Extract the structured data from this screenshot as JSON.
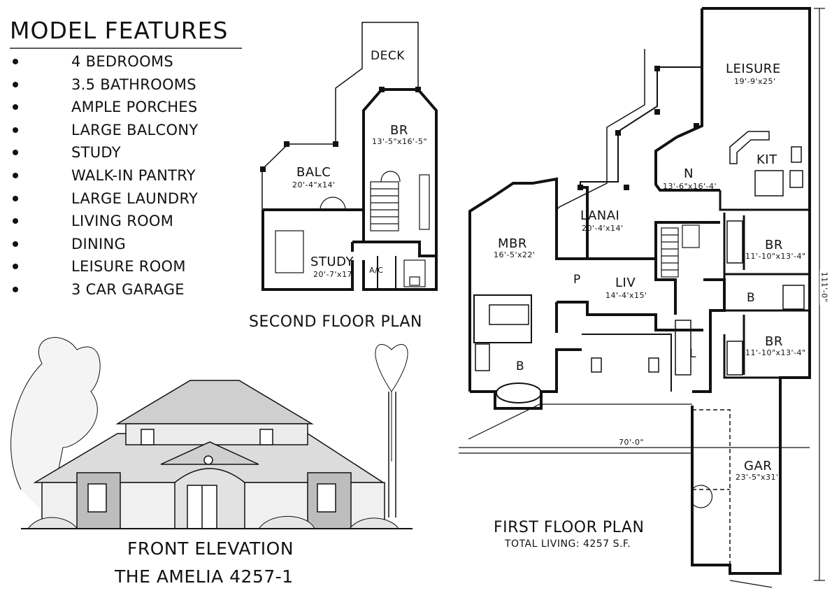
{
  "features": {
    "title": "MODEL FEATURES",
    "items": [
      "4 BEDROOMS",
      "3.5 BATHROOMS",
      "AMPLE PORCHES",
      "LARGE BALCONY",
      "STUDY",
      "WALK-IN PANTRY",
      "LARGE LAUNDRY",
      "LIVING ROOM",
      "DINING",
      "LEISURE ROOM",
      "3 CAR GARAGE"
    ]
  },
  "second_floor": {
    "title": "SECOND FLOOR PLAN",
    "deck": "DECK",
    "balc": {
      "name": "BALC",
      "dim": "20'-4\"x14'"
    },
    "br": {
      "name": "BR",
      "dim": "13'-5\"x16'-5\""
    },
    "study": {
      "name": "STUDY",
      "dim": "20'-7'x17'"
    },
    "ac": "A/C"
  },
  "first_floor": {
    "title": "FIRST FLOOR PLAN",
    "total": "TOTAL LIVING: 4257 S.F.",
    "width_dim": "70'-0\"",
    "depth_dim": "111'-0\"",
    "rooms": {
      "leisure": {
        "name": "LEISURE",
        "dim": "19'-9'x25'"
      },
      "kit": "KIT",
      "nook": {
        "name": "N",
        "dim": "13'-6\"x16'-4'"
      },
      "lanai": {
        "name": "LANAI",
        "dim": "20'-4'x14'"
      },
      "mbr": {
        "name": "MBR",
        "dim": "16'-5'x22'"
      },
      "pantry": "P",
      "liv": {
        "name": "LIV",
        "dim": "14'-4'x15'"
      },
      "br1": {
        "name": "BR",
        "dim": "11'-10\"x13'-4\""
      },
      "bath": "B",
      "br2": {
        "name": "BR",
        "dim": "11'-10\"x13'-4\""
      },
      "laundry": "L",
      "mbath": "B",
      "gar": {
        "name": "GAR",
        "dim": "23'-5\"x31'"
      }
    }
  },
  "elevation": {
    "title": "FRONT ELEVATION",
    "model": "THE AMELIA 4257-1"
  }
}
